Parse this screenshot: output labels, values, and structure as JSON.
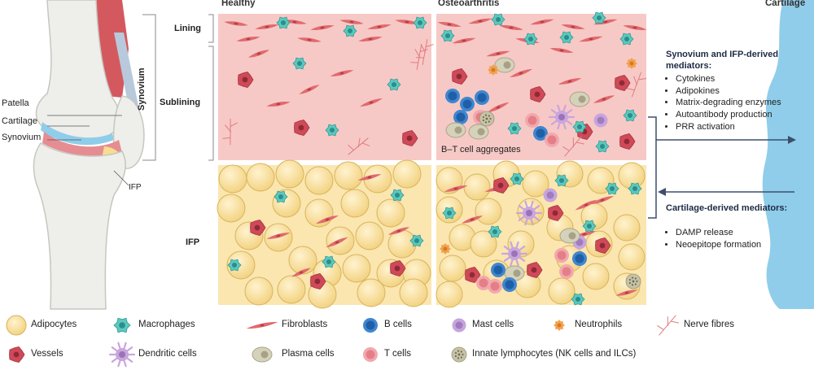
{
  "headers": {
    "healthy": "Healthy",
    "osteoarthritis": "Osteoarthritis",
    "cartilage": "Cartilage"
  },
  "layers": {
    "lining": "Lining",
    "sublining": "Sublining",
    "ifp": "IFP",
    "synovium": "Synovium"
  },
  "knee": {
    "patella": "Patella",
    "cartilage": "Cartilage",
    "synovium": "Synovium",
    "ifp": "IFP"
  },
  "annotation": "B–T cell aggregates",
  "mediators_synovium": {
    "title": "Synovium and IFP-derived mediators:",
    "items": [
      "Cytokines",
      "Adipokines",
      "Matrix-degrading enzymes",
      "Autoantibody production",
      "PRR activation"
    ]
  },
  "mediators_cartilage": {
    "title": "Cartilage-derived mediators:",
    "items": [
      "DAMP release",
      "Neoepitope formation"
    ]
  },
  "legend": [
    {
      "label": "Adipocytes",
      "icon": "adipocyte-icon"
    },
    {
      "label": "Macrophages",
      "icon": "macrophage-icon"
    },
    {
      "label": "Fibroblasts",
      "icon": "fibroblast-icon"
    },
    {
      "label": "B cells",
      "icon": "b-cell-icon"
    },
    {
      "label": "Mast cells",
      "icon": "mast-cell-icon"
    },
    {
      "label": "Neutrophils",
      "icon": "neutrophil-icon"
    },
    {
      "label": "Nerve fibres",
      "icon": "nerve-fibre-icon"
    },
    {
      "label": "Vessels",
      "icon": "vessel-icon"
    },
    {
      "label": "Dendritic cells",
      "icon": "dendritic-cell-icon"
    },
    {
      "label": "Plasma cells",
      "icon": "plasma-cell-icon"
    },
    {
      "label": "T cells",
      "icon": "t-cell-icon"
    },
    {
      "label": "Innate lymphocytes (NK cells and ILCs)",
      "icon": "innate-lymphocyte-icon"
    }
  ],
  "colors": {
    "synovium_bg": "#f7c9c6",
    "ifp_bg": "#fbe6b0",
    "adipocyte": "#f8df9a",
    "macrophage": "#5cc8c0",
    "fibroblast": "#e06a6e",
    "b_cell": "#3f86cf",
    "mast_cell": "#c7a5dc",
    "neutrophil": "#f2a14e",
    "vessel": "#cf4a58",
    "dendritic": "#c9a6dd",
    "plasma": "#d5d2ba",
    "t_cell": "#f1a9ad",
    "innate": "#c6c2a6",
    "cartilage": "#8fcdea",
    "arrow": "#3c4f6c"
  }
}
